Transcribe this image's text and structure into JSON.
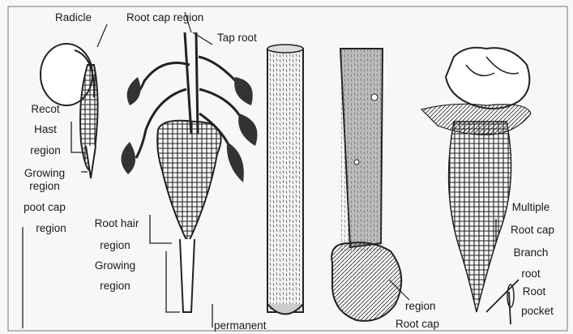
{
  "labels": {
    "radicle": "Radicle",
    "root_cap_region": "Root cap region",
    "tap_root": "Tap root",
    "recot": "Recot",
    "hast": "Hast",
    "region_1": "region",
    "growing_region_1": "Growing",
    "region_2": "region",
    "poot_cap": "poot cap",
    "region_3": "region",
    "root_hair": "Root hair",
    "region_4": "region",
    "growing_2": "Growing",
    "region_5": "region",
    "permanent": "permanent",
    "region_6": "region",
    "root_cap_bottom": "Root cap",
    "multiple": "Multiple",
    "root_cap_right": "Root cap",
    "branch": "Branch",
    "root_right": "root",
    "root_pocket_1": "Root",
    "pocket": "pocket"
  },
  "colors": {
    "ink": "#1a1a1a",
    "paper": "#f7f7f5",
    "shade": "#bdbdbd"
  }
}
